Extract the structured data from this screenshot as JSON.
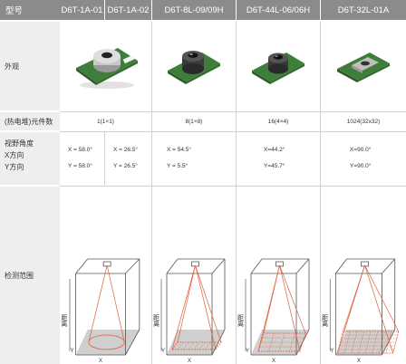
{
  "table": {
    "header": [
      "型号",
      "D6T-1A-01",
      "D6T-1A-02",
      "D6T-8L-09/09H",
      "D6T-44L-06/06H",
      "D6T-32L-01A"
    ],
    "rows": {
      "appearance": {
        "label": "外观"
      },
      "elements": {
        "label": "(热电堆)元件数",
        "values": [
          "1(1×1)",
          "8(1×8)",
          "16(4×4)",
          "1024(32x32)"
        ]
      },
      "fov": {
        "label": "视野角度",
        "sub_x": "X方向",
        "sub_y": "Y方向",
        "values": [
          {
            "x": "X = 58.0°",
            "y": "Y = 58.0°"
          },
          {
            "x": "X = 26.5°",
            "y": "Y = 26.5°"
          },
          {
            "x": "X = 54.5°",
            "y": "Y = 5.5°"
          },
          {
            "x": "X=44.2°",
            "y": "Y=45.7°"
          },
          {
            "x": "X=90.0°",
            "y": "Y=90.0°"
          }
        ]
      },
      "range": {
        "label": "检测范围",
        "distance_label": "距离",
        "axis_x": "X",
        "axis_y": "Y"
      }
    }
  },
  "colors": {
    "header_bg": "#8b8b8b",
    "label_bg": "#eeeeee",
    "fov_line": "#e0603c",
    "floor": "#cfcfcf"
  },
  "icons": [
    "sensor-module-image",
    "detection-range-diagram"
  ]
}
